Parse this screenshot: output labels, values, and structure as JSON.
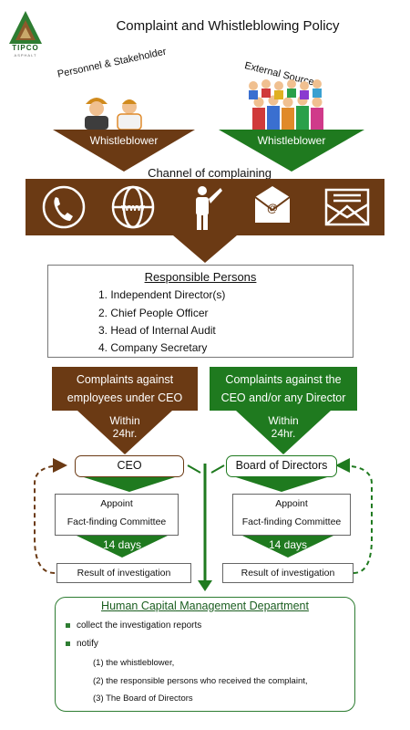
{
  "header": {
    "logo_text": "TIPCO",
    "logo_subtext": "ASPHALT",
    "title": "Complaint and Whistleblowing Policy"
  },
  "sources": {
    "internal_label": "Personnel & Stakeholder",
    "external_label": "External Sources",
    "whistleblower_left": "Whistleblower",
    "whistleblower_right": "Whistleblower"
  },
  "channel": {
    "label": "Channel of complaining",
    "icons": [
      "phone-icon",
      "web-icon",
      "person-icon",
      "email-icon",
      "letter-icon"
    ]
  },
  "responsible": {
    "title": "Responsible Persons",
    "items": [
      "1.  Independent Director(s)",
      "2.  Chief People Officer",
      "3.  Head of Internal Audit",
      "4.  Company Secretary"
    ]
  },
  "left_branch": {
    "category_line1": "Complaints against",
    "category_line2": "employees under CEO",
    "within_line1": "Within",
    "within_line2": "24hr.",
    "role": "CEO",
    "appoint_line1": "Appoint",
    "appoint_line2": "Fact-finding Committee",
    "days": "14 days",
    "result": "Result of investigation"
  },
  "right_branch": {
    "category_line1": "Complaints against the",
    "category_line2": "CEO and/or any Director",
    "within_line1": "Within",
    "within_line2": "24hr.",
    "role": "Board of Directors",
    "appoint_line1": "Appoint",
    "appoint_line2": "Fact-finding Committee",
    "days": "14 days",
    "result": "Result of investigation"
  },
  "hcm": {
    "title": "Human Capital Management Department",
    "bullets": [
      "collect the investigation reports",
      "notify"
    ],
    "notify_items": [
      "(1)  the whistleblower,",
      "(2)  the responsible  persons who received the complaint,",
      "(3)  The Board of Directors"
    ]
  },
  "colors": {
    "brown": "#6b3a14",
    "green": "#1f7a1f",
    "dark_green": "#1b5e20"
  }
}
